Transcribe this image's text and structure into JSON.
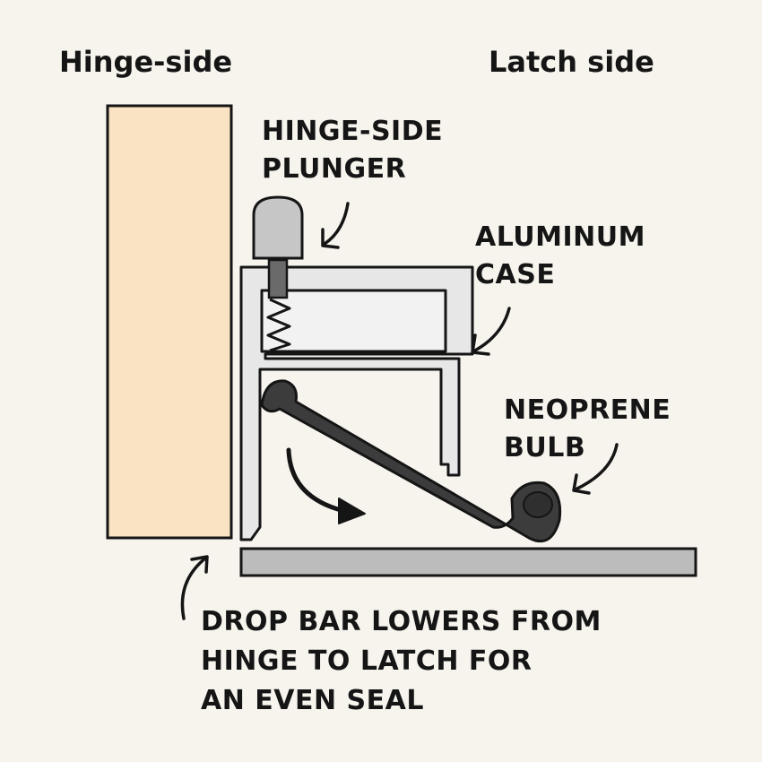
{
  "headers": {
    "left": "Hinge-side",
    "right": "Latch side"
  },
  "labels": {
    "plunger": [
      "HINGE-SIDE",
      "PLUNGER"
    ],
    "case": [
      "ALUMINUM",
      "CASE"
    ],
    "bulb": [
      "NEOPRENE",
      "BULB"
    ],
    "caption": [
      "DROP BAR LOWERS FROM",
      "HINGE TO LATCH FOR",
      "AN EVEN SEAL"
    ]
  },
  "colors": {
    "background": "#f7f4ee",
    "door": "#fae3c2",
    "outline": "#151515",
    "aluminum": "#e7e7e7",
    "threshold": "#bcbcbc",
    "rubber": "#3c3c3c",
    "plunger_cap": "#c6c6c6"
  }
}
